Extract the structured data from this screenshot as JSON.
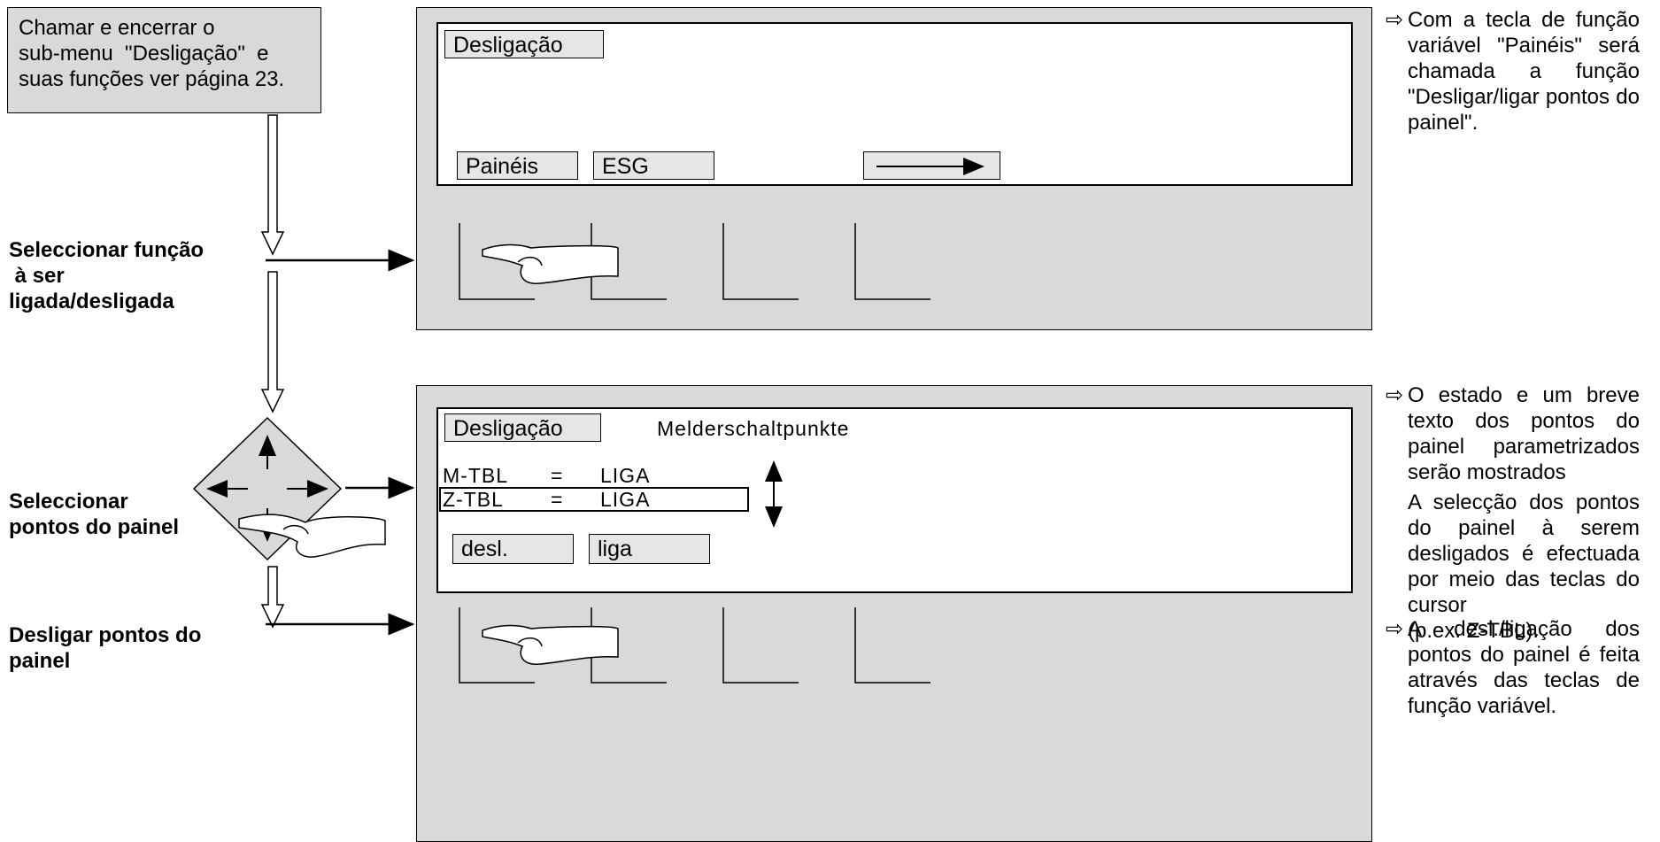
{
  "left": {
    "intro_line1": "Chamar e encerrar o",
    "intro_line2": "sub-menu  \"Desligação\"  e",
    "intro_line3": "suas funções ver página 23.",
    "step1_line1": "Seleccionar função",
    "step1_line2": " à ser",
    "step1_line3": "ligada/desligada",
    "step2_line1": "Seleccionar",
    "step2_line2": "pontos do painel",
    "step3_line1": "Desligar pontos do",
    "step3_line2": "painel"
  },
  "screen1": {
    "title": "Desligação",
    "softkey1": "Painéis",
    "softkey2": "ESG"
  },
  "screen2": {
    "title": "Desligação",
    "subtitle": "Melderschaltpunkte",
    "row1_name": "M-TBL",
    "row1_eq": "=",
    "row1_state": "LIGA",
    "row2_name": "Z-TBL",
    "row2_eq": "=",
    "row2_state": "LIGA",
    "softkey1": "desl.",
    "softkey2": "liga"
  },
  "notes": {
    "arrow": "⇨",
    "note1": "Com a tecla de função variável \"Painéis\" será chamada a função \"Desligar/ligar pontos do painel\".",
    "note2": "O estado e um breve texto dos pontos do painel parametrizados serão mostrados",
    "note2b": "A selecção dos pontos do painel à serem desligados é efectuada por meio das teclas do cursor",
    "note2c": "(p.ex. Z-TBL).",
    "note3": "A desl./ligação dos pontos do painel é feita através das teclas de função variável."
  },
  "colors": {
    "panel": "#d9d9d9",
    "softkey": "#e6e6e6"
  }
}
